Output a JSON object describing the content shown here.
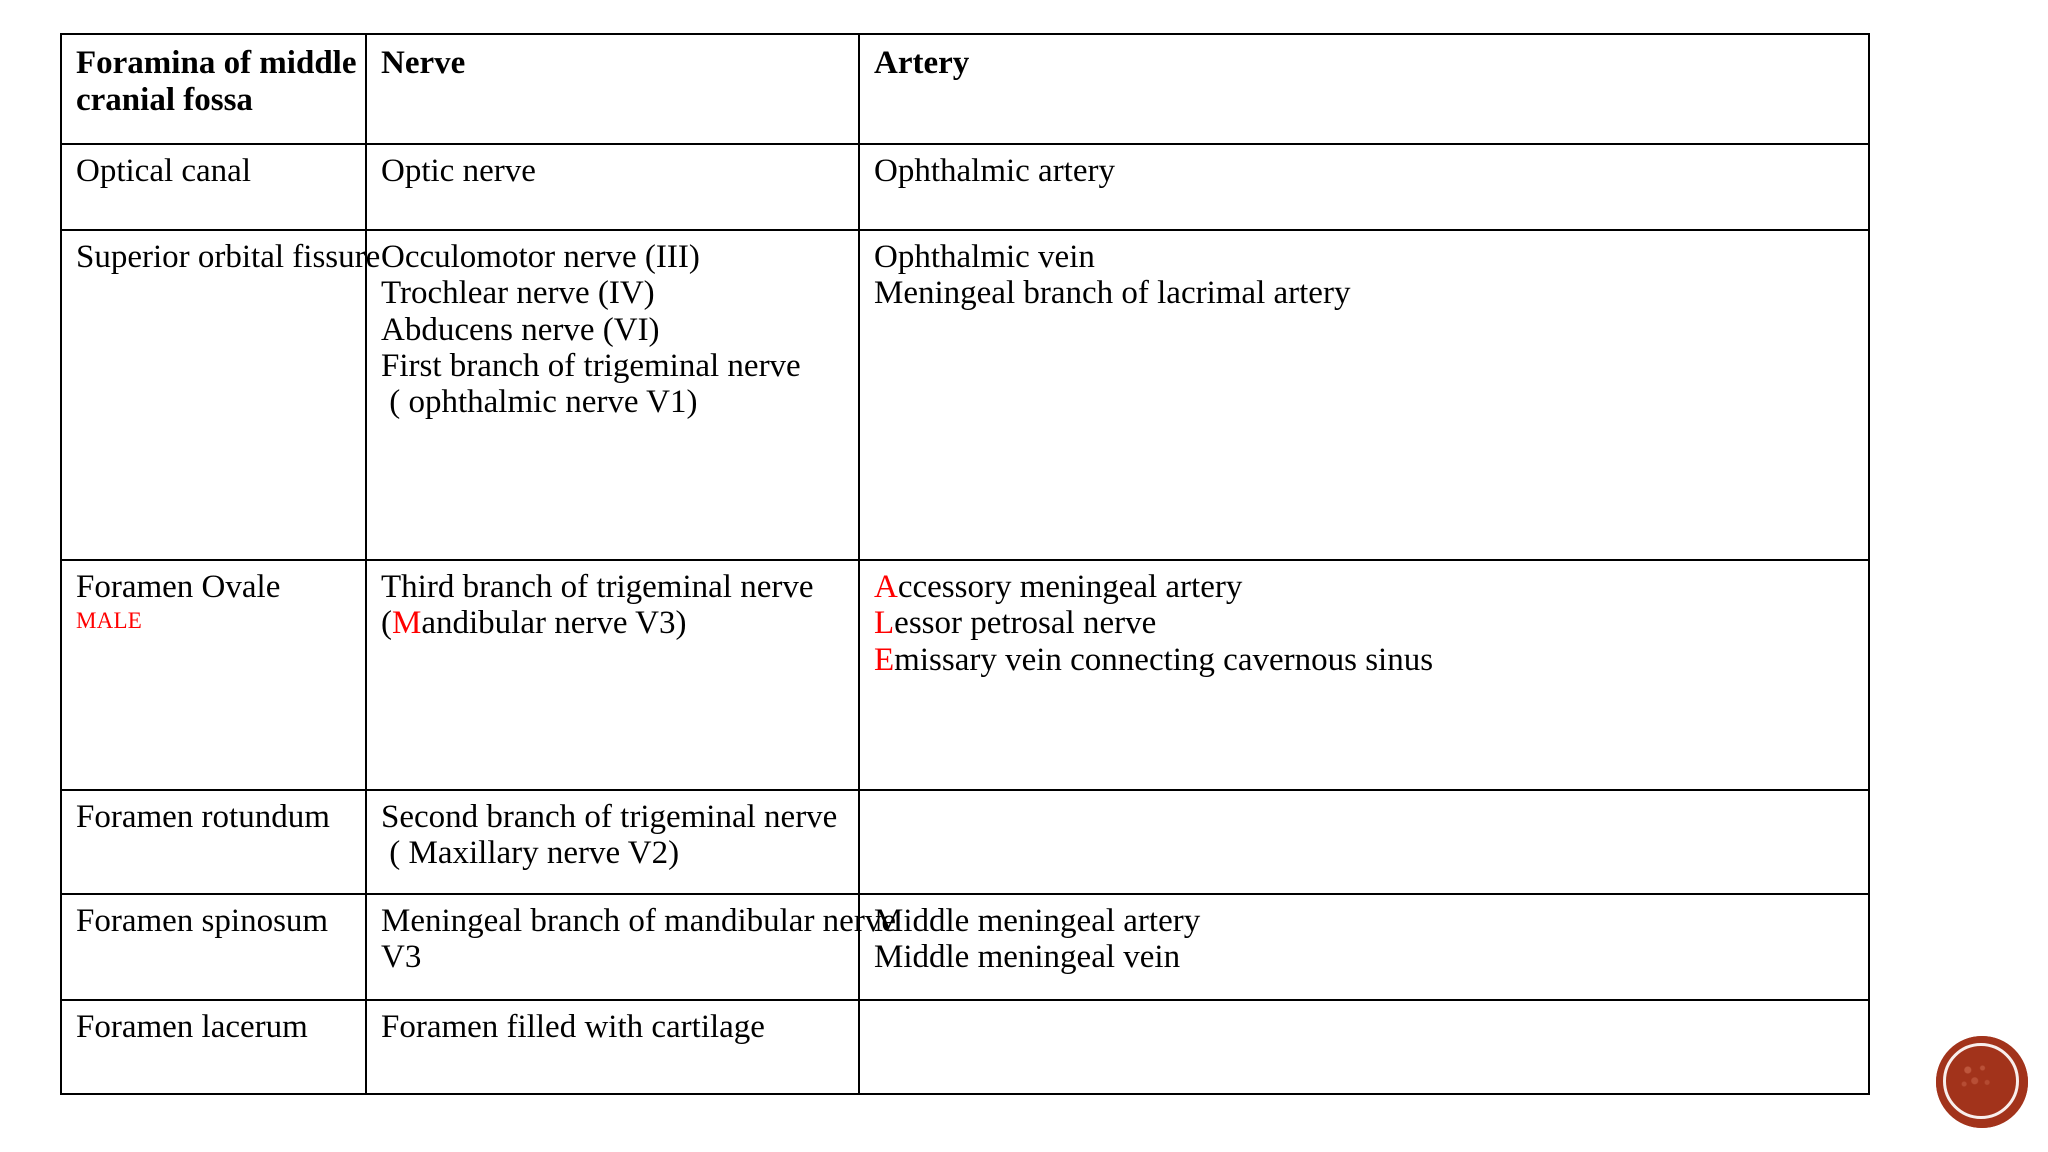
{
  "document": {
    "title": "Foramina of middle cranial fossa",
    "background_color": "#FFFFFF",
    "text_color": "#000000",
    "accent_color": "#FF0000",
    "seal_color": "#A2331B"
  },
  "table": {
    "headers": {
      "col1": "Foramina of middle\ncranial fossa",
      "col1_line1": "Foramina of middle",
      "col1_line2": "cranial fossa",
      "col2": "Nerve",
      "col3": "Artery"
    },
    "rows": [
      {
        "id": "optical-canal",
        "foramen": "Optical canal",
        "mnemonic": "",
        "nerve_lines": [
          "Optic nerve"
        ],
        "artery_lines": [
          "Ophthalmic artery"
        ]
      },
      {
        "id": "superior-orbital-fissure",
        "foramen": "Superior orbital fissure",
        "mnemonic": "",
        "nerve_lines": [
          "Occulomotor nerve (III)",
          "Trochlear nerve (IV)",
          "Abducens nerve (VI)",
          "First branch of trigeminal nerve",
          " ( ophthalmic nerve V1)"
        ],
        "artery_lines": [
          "Ophthalmic vein",
          "Meningeal branch of lacrimal artery"
        ]
      },
      {
        "id": "foramen-ovale",
        "foramen": "Foramen Ovale",
        "mnemonic": "MALE",
        "nerve_lines": [
          "Third branch of trigeminal nerve",
          "(Mandibular nerve V3)"
        ],
        "nerve_highlight": [
          {
            "text": "Third branch of trigeminal nerve",
            "red_prefix": ""
          },
          {
            "red_prefix_open": "(",
            "red_letter": "M",
            "rest": "andibular nerve V3)"
          }
        ],
        "artery_lines": [
          "Accessory meningeal artery",
          "Lessor petrosal nerve",
          "Emissary vein connecting cavernous sinus"
        ],
        "artery_highlight": [
          {
            "red_letter": "A",
            "rest": "ccessory meningeal artery"
          },
          {
            "red_letter": "L",
            "rest": "essor petrosal nerve"
          },
          {
            "red_letter": "E",
            "rest": "missary vein connecting cavernous sinus"
          }
        ]
      },
      {
        "id": "foramen-rotundum",
        "foramen": "Foramen rotundum",
        "mnemonic": "",
        "nerve_lines": [
          "Second branch of trigeminal nerve",
          " ( Maxillary nerve V2)"
        ],
        "artery_lines": []
      },
      {
        "id": "foramen-spinosum",
        "foramen": "Foramen spinosum",
        "mnemonic": "",
        "nerve_lines": [
          "Meningeal branch of mandibular nerve",
          "V3"
        ],
        "artery_lines": [
          "Middle meningeal artery",
          "Middle meningeal vein"
        ]
      },
      {
        "id": "foramen-lacerum",
        "foramen": "Foramen lacerum",
        "mnemonic": "",
        "nerve_lines": [
          "Foramen filled with cartilage"
        ],
        "artery_lines": []
      }
    ]
  }
}
